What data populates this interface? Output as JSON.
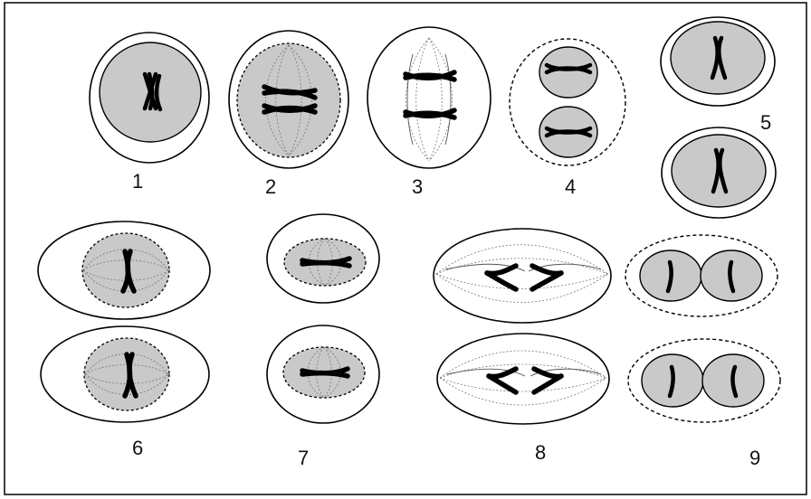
{
  "figure": {
    "stage_labels": [
      "1",
      "2",
      "3",
      "4",
      "5",
      "6",
      "7",
      "8",
      "9"
    ]
  }
}
